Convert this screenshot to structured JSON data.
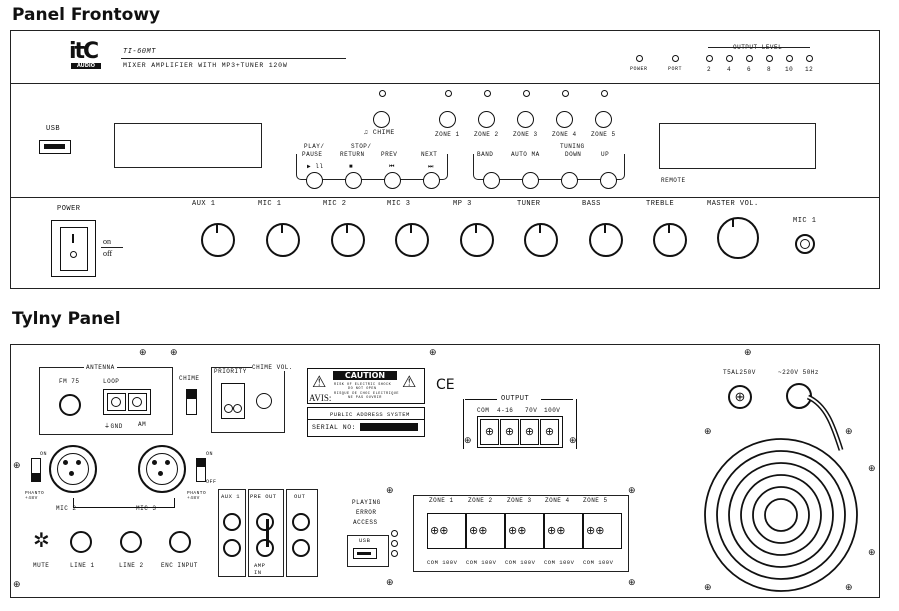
{
  "front": {
    "heading": "Panel Frontowy",
    "logo_main": "itC",
    "logo_sub": "AUDIO",
    "model": "TI-60MT",
    "subtitle": "MIXER AMPLIFIER WITH MP3+TUNER 120W",
    "indicator_labels": [
      "POWER",
      "PORT"
    ],
    "output_level_title": "OUTPUT LEVEL",
    "output_level_values": [
      "2",
      "4",
      "6",
      "8",
      "10",
      "12"
    ],
    "usb": "USB",
    "chime": "CHIME",
    "zones": [
      "ZONE 1",
      "ZONE 2",
      "ZONE 3",
      "ZONE 4",
      "ZONE 5"
    ],
    "player_top": [
      "PLAY/",
      "STOP/",
      "",
      ""
    ],
    "player_bottom": [
      "PAUSE",
      "RETURN",
      "PREV",
      "NEXT"
    ],
    "player_symbols": [
      "▶ ll",
      "■",
      "⏮",
      "⏭"
    ],
    "tuning_title": "TUNING",
    "tuner_buttons": [
      "BAND",
      "AUTO MA",
      "DOWN",
      "UP"
    ],
    "remote": "REMOTE",
    "power": "POWER",
    "switch_on": "on",
    "switch_off": "off",
    "knobs": [
      "AUX 1",
      "MIC 1",
      "MIC 2",
      "MIC 3",
      "MP 3",
      "TUNER",
      "BASS",
      "TREBLE",
      "MASTER VOL."
    ],
    "mic_jack": "MIC 1"
  },
  "rear": {
    "heading": "Tylny Panel",
    "antenna": "ANTENNA",
    "fm": "FM 75",
    "loop": "LOOP",
    "gnd": "GND",
    "am": "AM",
    "chime": "CHIME",
    "priority": "PRIORITY",
    "chime_vol": "CHIME VOL.",
    "caution_title": "CAUTION",
    "caution_lines": [
      "RISK OF ELECTRIC SHOCK",
      "DO NOT OPEN",
      "RISQUE DE CHOC ELECTRIQUE",
      "NE PAS OUVRIR"
    ],
    "avis": "AVIS:",
    "pas": "PUBLIC ADDRESS SYSTEM",
    "serial": "SERIAL NO:",
    "ce": "CE",
    "output": "OUTPUT",
    "output_terms": [
      "COM",
      "4-16",
      "70V",
      "100V"
    ],
    "fuse": "T5AL250V",
    "mains": "~220V  50Hz",
    "mic2": "MIC 2",
    "mic3": "MIC 3",
    "on": "ON",
    "off": "OFF",
    "phanto": "PHANTO +48V",
    "aux1": "AUX 1",
    "pre_out": "PRE OUT",
    "out": "OUT",
    "amp_in": "AMP IN",
    "status": [
      "PLAYING",
      "ERROR",
      "ACCESS"
    ],
    "usb": "USB",
    "zones": [
      "ZONE 1",
      "ZONE 2",
      "ZONE 3",
      "ZONE 4",
      "ZONE 5"
    ],
    "zone_terms": "COM 100V",
    "jacks": [
      "MUTE",
      "LINE 1",
      "LINE 2",
      "ENC INPUT"
    ]
  }
}
